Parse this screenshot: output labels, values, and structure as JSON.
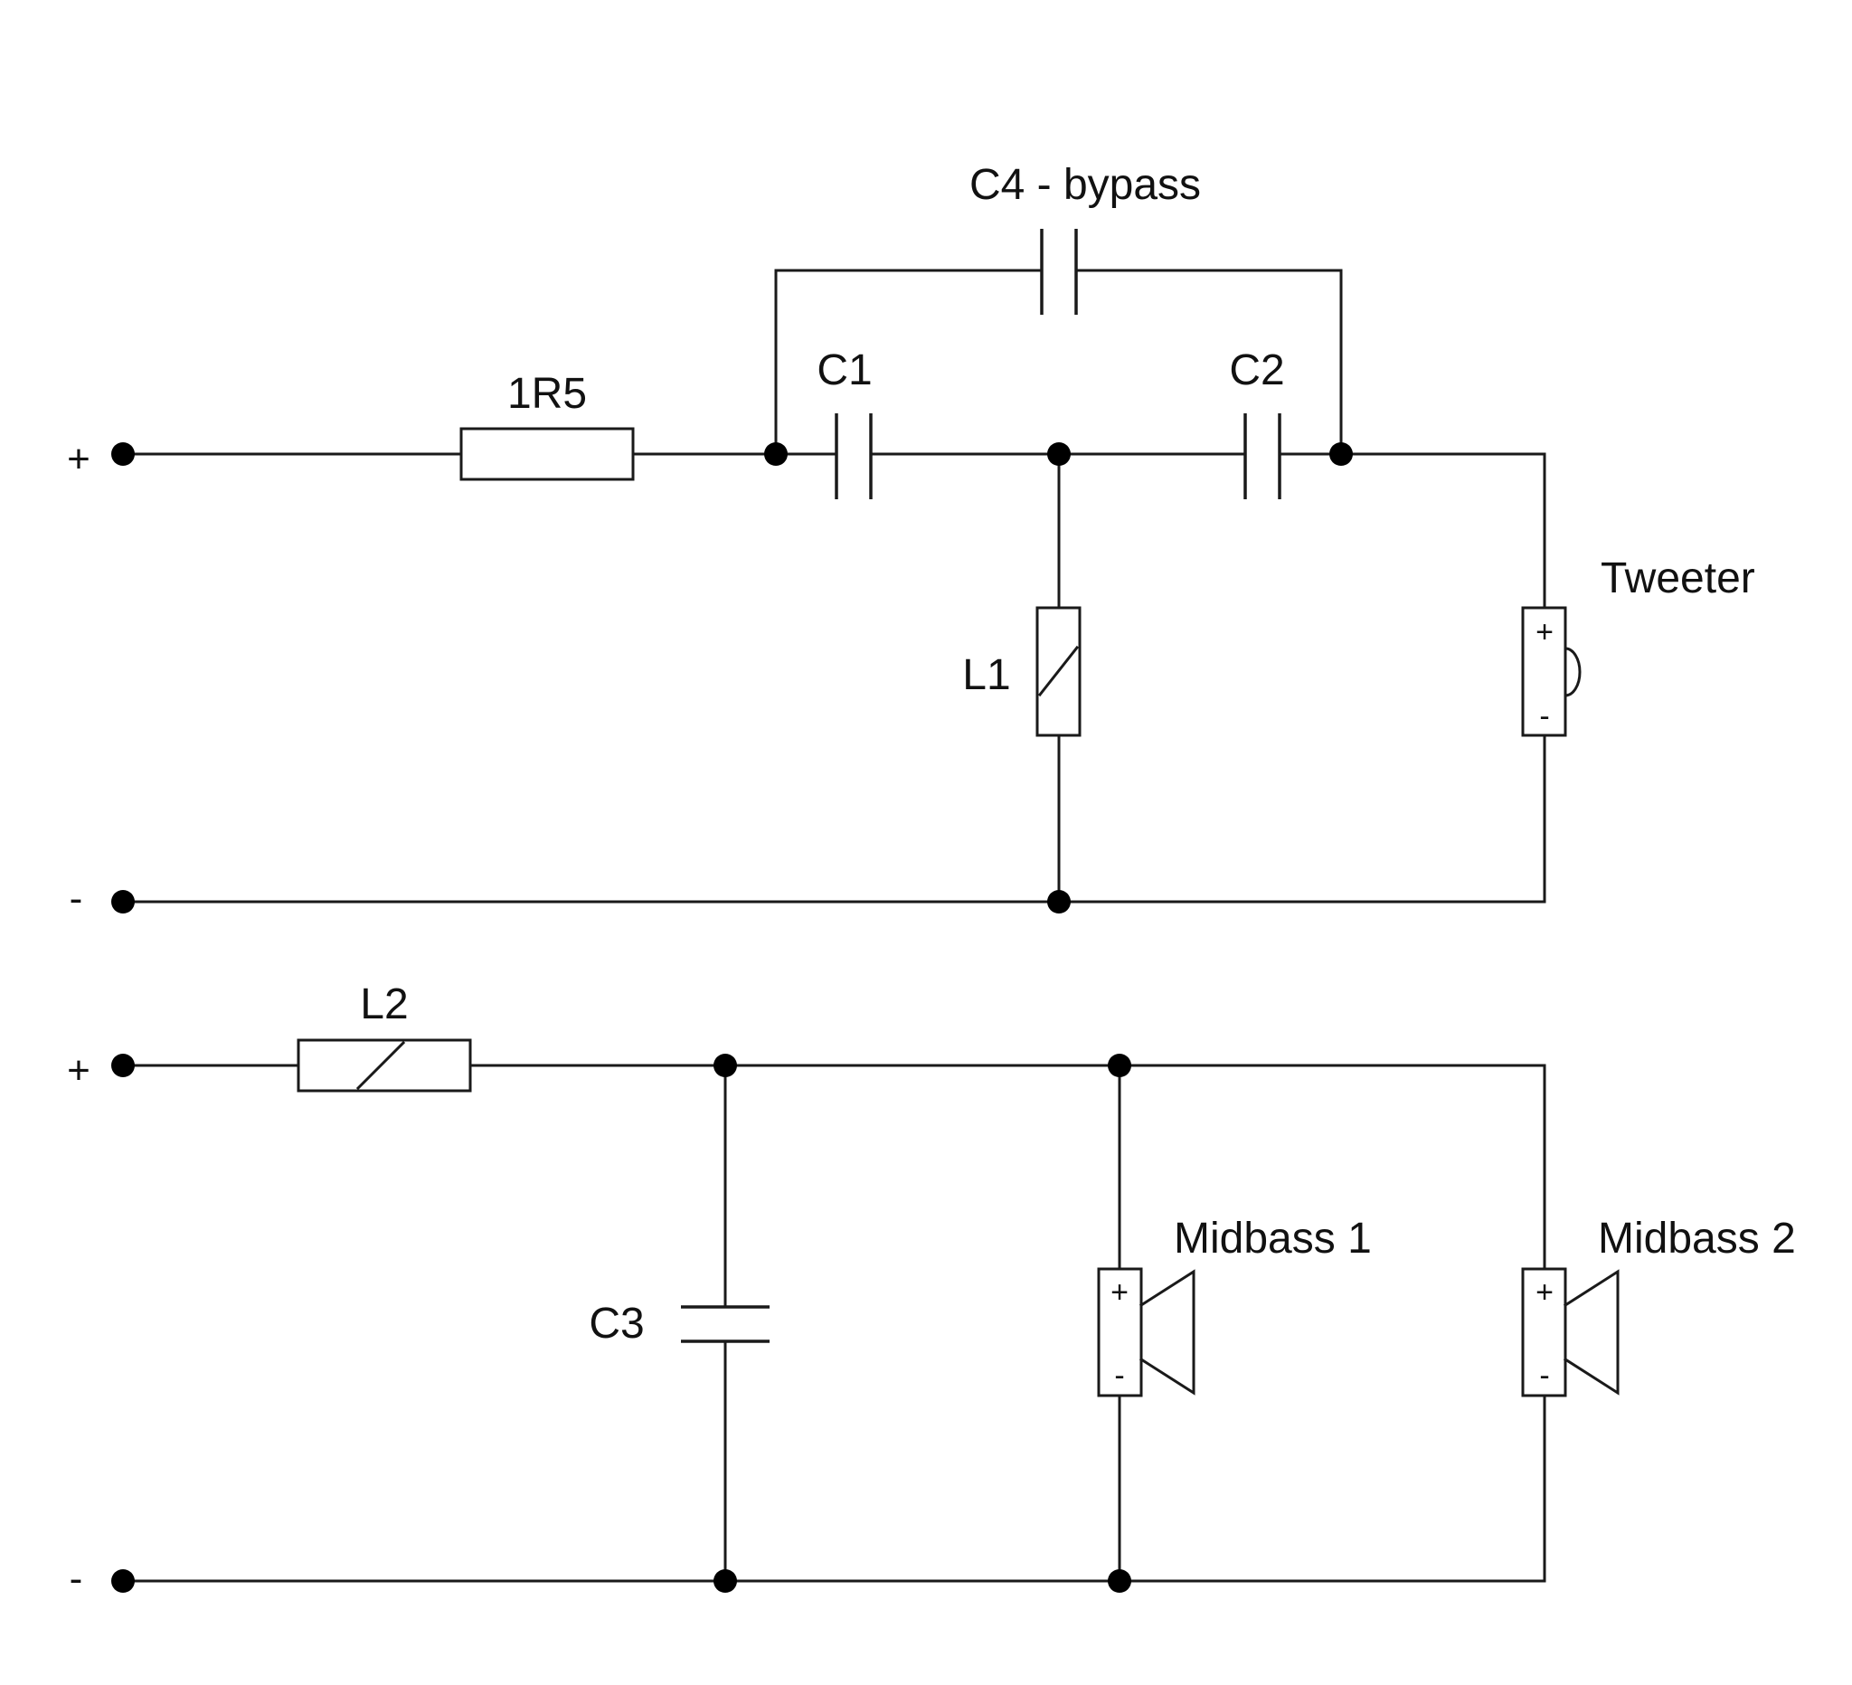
{
  "labels": {
    "c4": "C4 - bypass",
    "r": "1R5",
    "c1": "C1",
    "c2": "C2",
    "l1": "L1",
    "tweeter": "Tweeter",
    "l2": "L2",
    "c3": "C3",
    "midbass1": "Midbass 1",
    "midbass2": "Midbass 2"
  },
  "terminals": {
    "plus": "+",
    "minus": "-"
  },
  "polarity": {
    "plus": "+",
    "minus": "-"
  }
}
